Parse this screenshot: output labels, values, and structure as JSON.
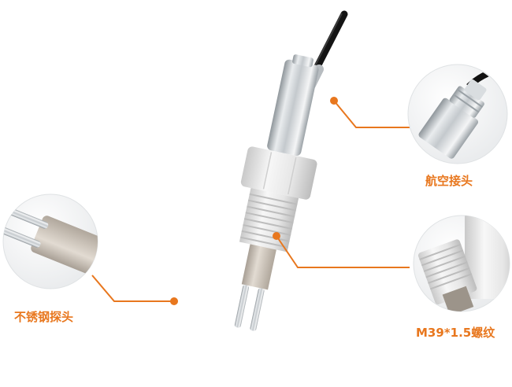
{
  "callouts": {
    "connector": "航空接头",
    "probe": "不锈钢探头",
    "thread": "M39*1.5螺纹"
  },
  "colors": {
    "accent": "#e8771e",
    "cable": "#111111",
    "steel": "#c8cdd1",
    "housing": "#ececec"
  },
  "icons": {
    "connector_detail": "aviation-connector-closeup",
    "probe_detail": "stainless-probe-closeup",
    "thread_detail": "thread-closeup"
  }
}
